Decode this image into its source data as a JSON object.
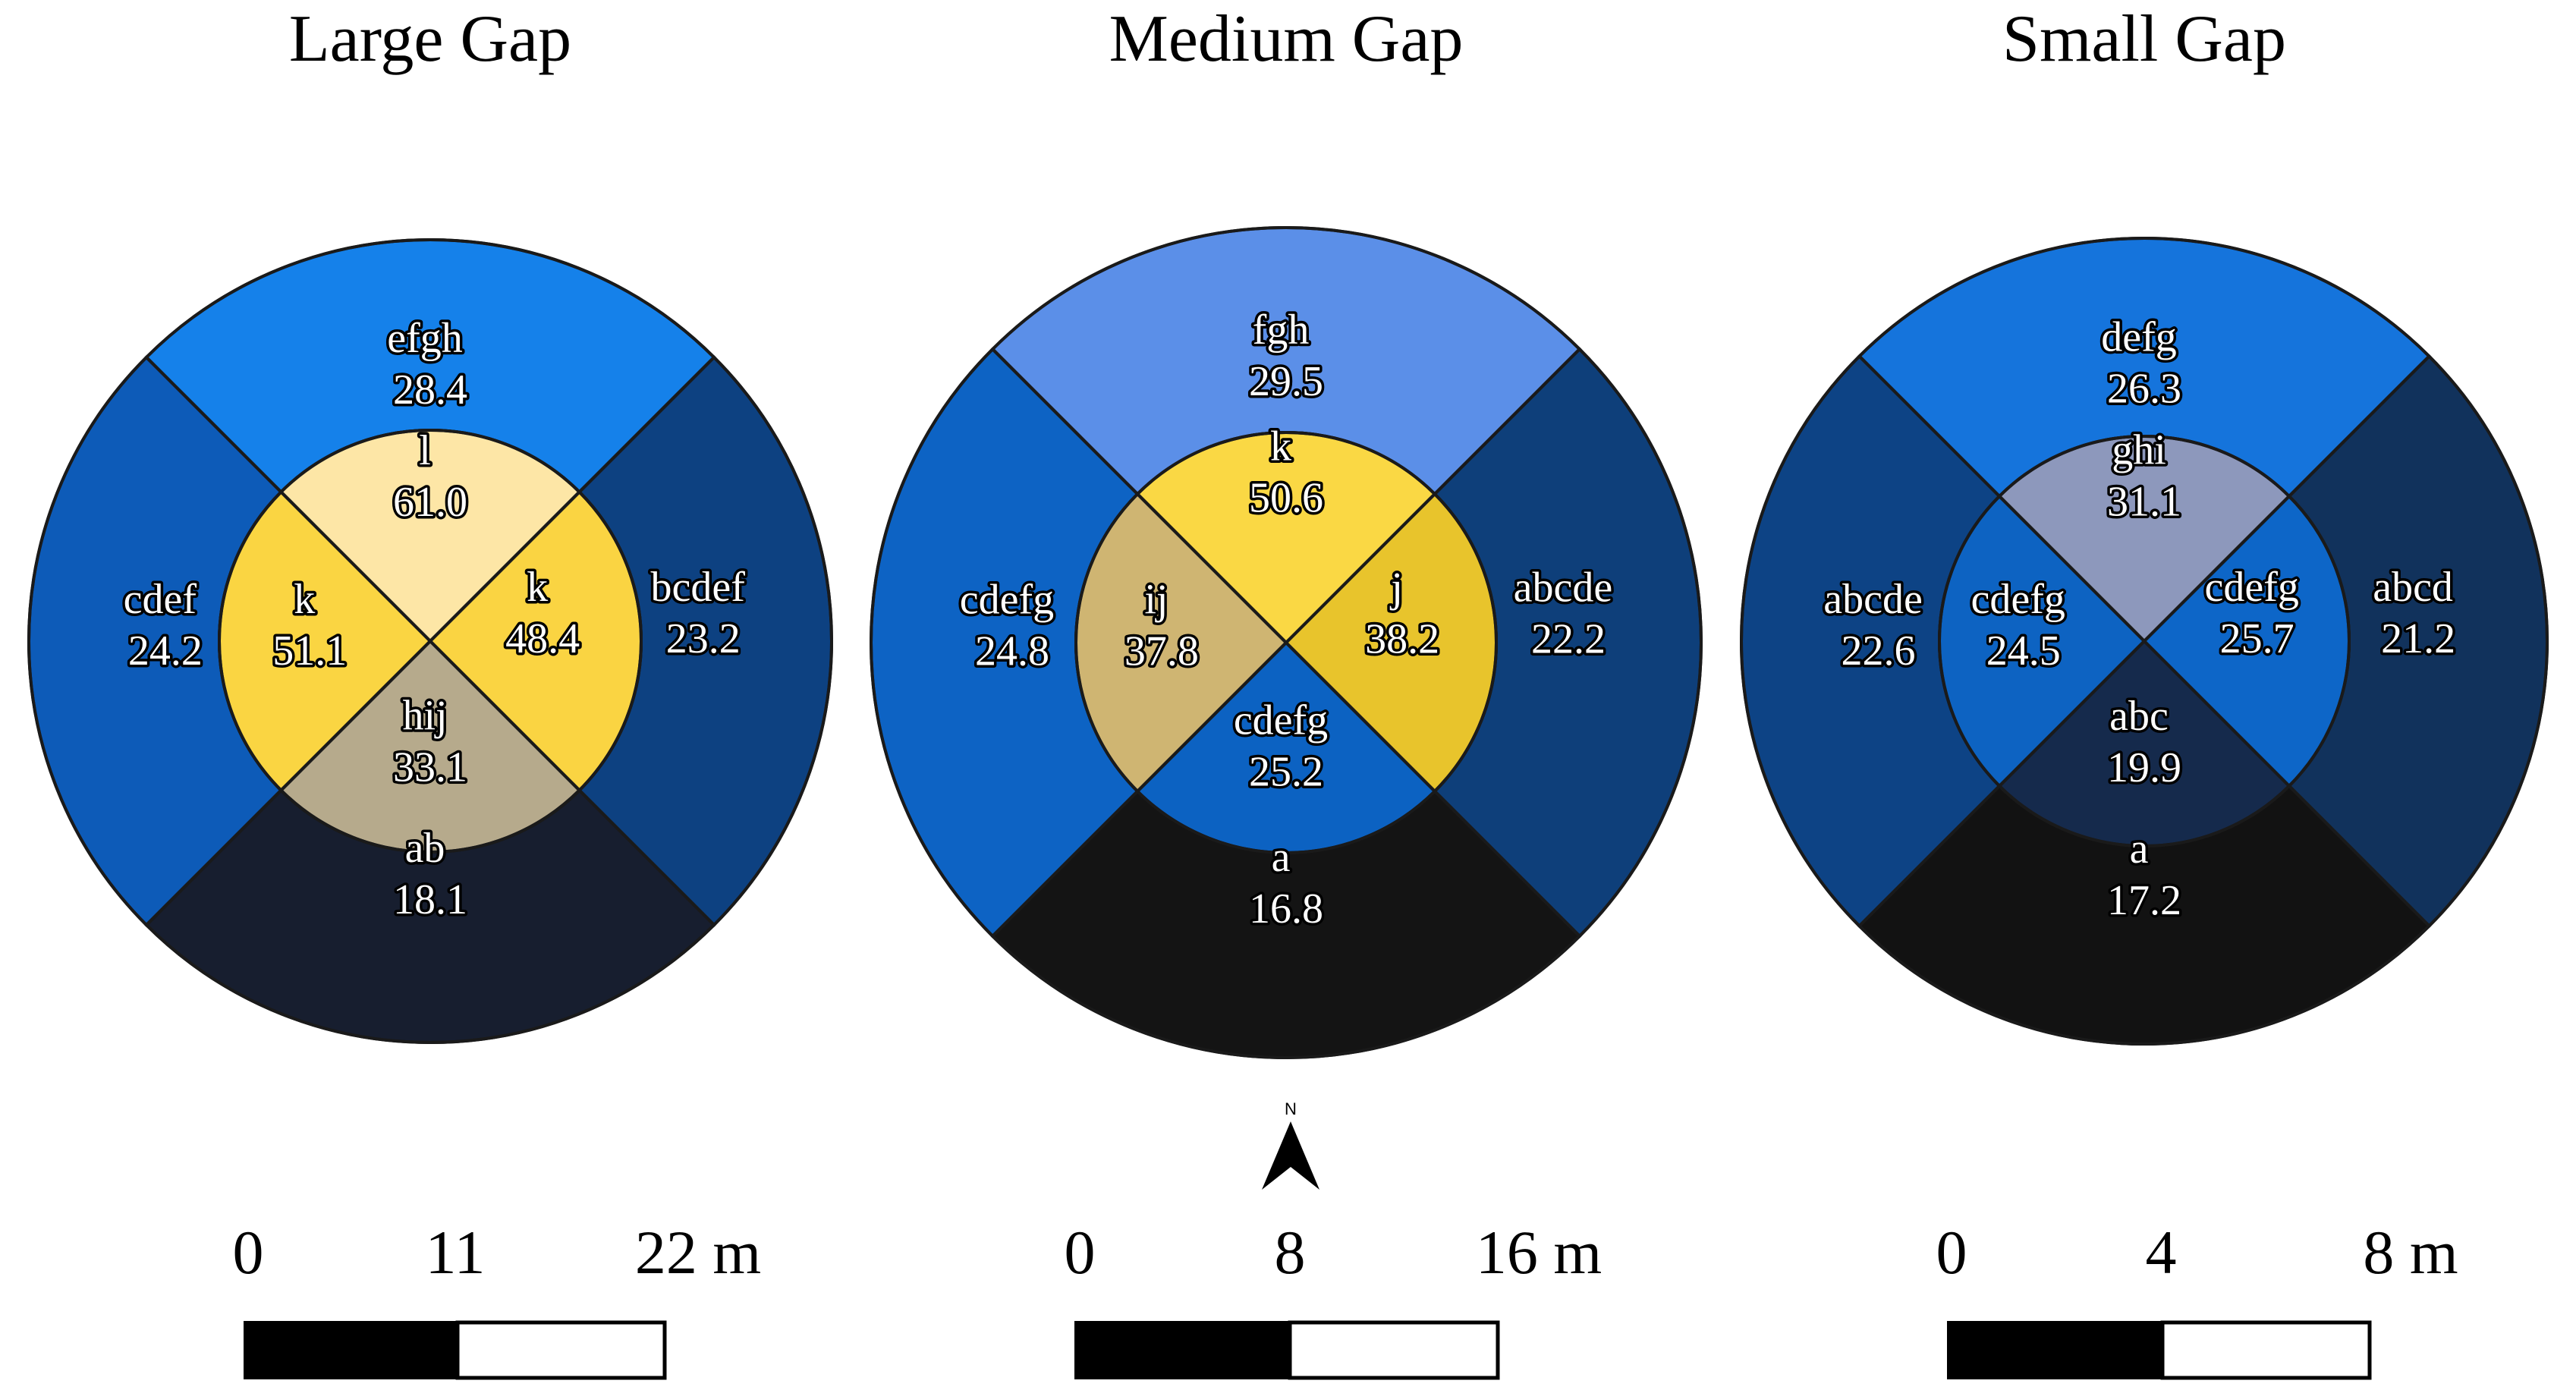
{
  "gaps": [
    {
      "key": "large",
      "title": "Large Gap",
      "outer": {
        "north": {
          "group": "efgh",
          "value": "28.4",
          "color": "#1581EA"
        },
        "east": {
          "group": "bcdef",
          "value": "23.2",
          "color": "#0D4181"
        },
        "south": {
          "group": "ab",
          "value": "18.1",
          "color": "#171E2F"
        },
        "west": {
          "group": "cdef",
          "value": "24.2",
          "color": "#0D5BB8"
        }
      },
      "inner": {
        "north": {
          "group": "l",
          "value": "61.0",
          "color": "#FDE6A6"
        },
        "east": {
          "group": "k",
          "value": "48.4",
          "color": "#FAD442"
        },
        "south": {
          "group": "hij",
          "value": "33.1",
          "color": "#B6AA8C"
        },
        "west": {
          "group": "k",
          "value": "51.1",
          "color": "#FAD542"
        }
      },
      "scale": {
        "labels": [
          "0",
          "11",
          "22 m"
        ]
      }
    },
    {
      "key": "medium",
      "title": "Medium Gap",
      "outer": {
        "north": {
          "group": "fgh",
          "value": "29.5",
          "color": "#5B8FE8"
        },
        "east": {
          "group": "abcde",
          "value": "22.2",
          "color": "#0E3F7A"
        },
        "south": {
          "group": "a",
          "value": "16.8",
          "color": "#141414"
        },
        "west": {
          "group": "cdefg",
          "value": "24.8",
          "color": "#0D63C4"
        }
      },
      "inner": {
        "north": {
          "group": "k",
          "value": "50.6",
          "color": "#FAD844"
        },
        "east": {
          "group": "j",
          "value": "38.2",
          "color": "#E8C42C"
        },
        "south": {
          "group": "cdefg",
          "value": "25.2",
          "color": "#0C62C2"
        },
        "west": {
          "group": "ij",
          "value": "37.8",
          "color": "#CFB572"
        }
      },
      "scale": {
        "labels": [
          "0",
          "8",
          "16 m"
        ]
      }
    },
    {
      "key": "small",
      "title": "Small Gap",
      "outer": {
        "north": {
          "group": "defg",
          "value": "26.3",
          "color": "#1574DC"
        },
        "east": {
          "group": "abcd",
          "value": "21.2",
          "color": "#11325C"
        },
        "south": {
          "group": "a",
          "value": "17.2",
          "color": "#121212"
        },
        "west": {
          "group": "abcde",
          "value": "22.6",
          "color": "#0D4385"
        }
      },
      "inner": {
        "north": {
          "group": "ghi",
          "value": "31.1",
          "color": "#8D98BC"
        },
        "east": {
          "group": "cdefg",
          "value": "25.7",
          "color": "#0D66C8"
        },
        "south": {
          "group": "abc",
          "value": "19.9",
          "color": "#152A4C"
        },
        "west": {
          "group": "cdefg",
          "value": "24.5",
          "color": "#0D63C2"
        }
      },
      "scale": {
        "labels": [
          "0",
          "4",
          "8 m"
        ]
      }
    }
  ],
  "north_arrow": {
    "label": "N"
  },
  "colors": {
    "outline": "#1A1A1A",
    "scale_fill": "#000000",
    "scale_empty": "#FFFFFF"
  }
}
